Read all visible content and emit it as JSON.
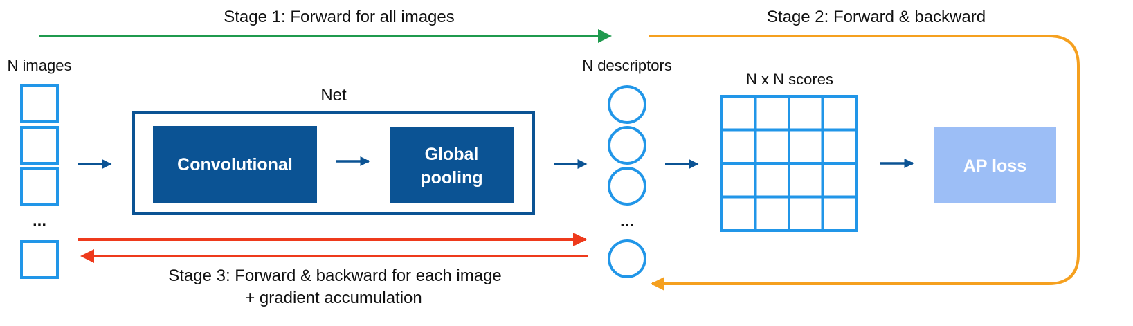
{
  "stages": {
    "stage1": "Stage 1: Forward for all images",
    "stage2": "Stage 2: Forward & backward",
    "stage3_line1": "Stage 3: Forward & backward for each image",
    "stage3_line2": "+ gradient accumulation"
  },
  "labels": {
    "n_images": "N images",
    "net": "Net",
    "n_descriptors": "N descriptors",
    "scores": "N x N scores",
    "ellipsis": "..."
  },
  "blocks": {
    "convolutional": "Convolutional",
    "global_pooling_line1": "Global",
    "global_pooling_line2": "pooling",
    "ap_loss": "AP loss"
  },
  "colors": {
    "stage1_arrow": "#1f9a4e",
    "stage2_arrow": "#f5a01f",
    "stage3_arrow": "#ee3a1c",
    "net_block": "#0b5394",
    "outline_blue": "#2196e8",
    "ap_loss": "#9cbef6",
    "flow_arrow": "#0b5394"
  }
}
